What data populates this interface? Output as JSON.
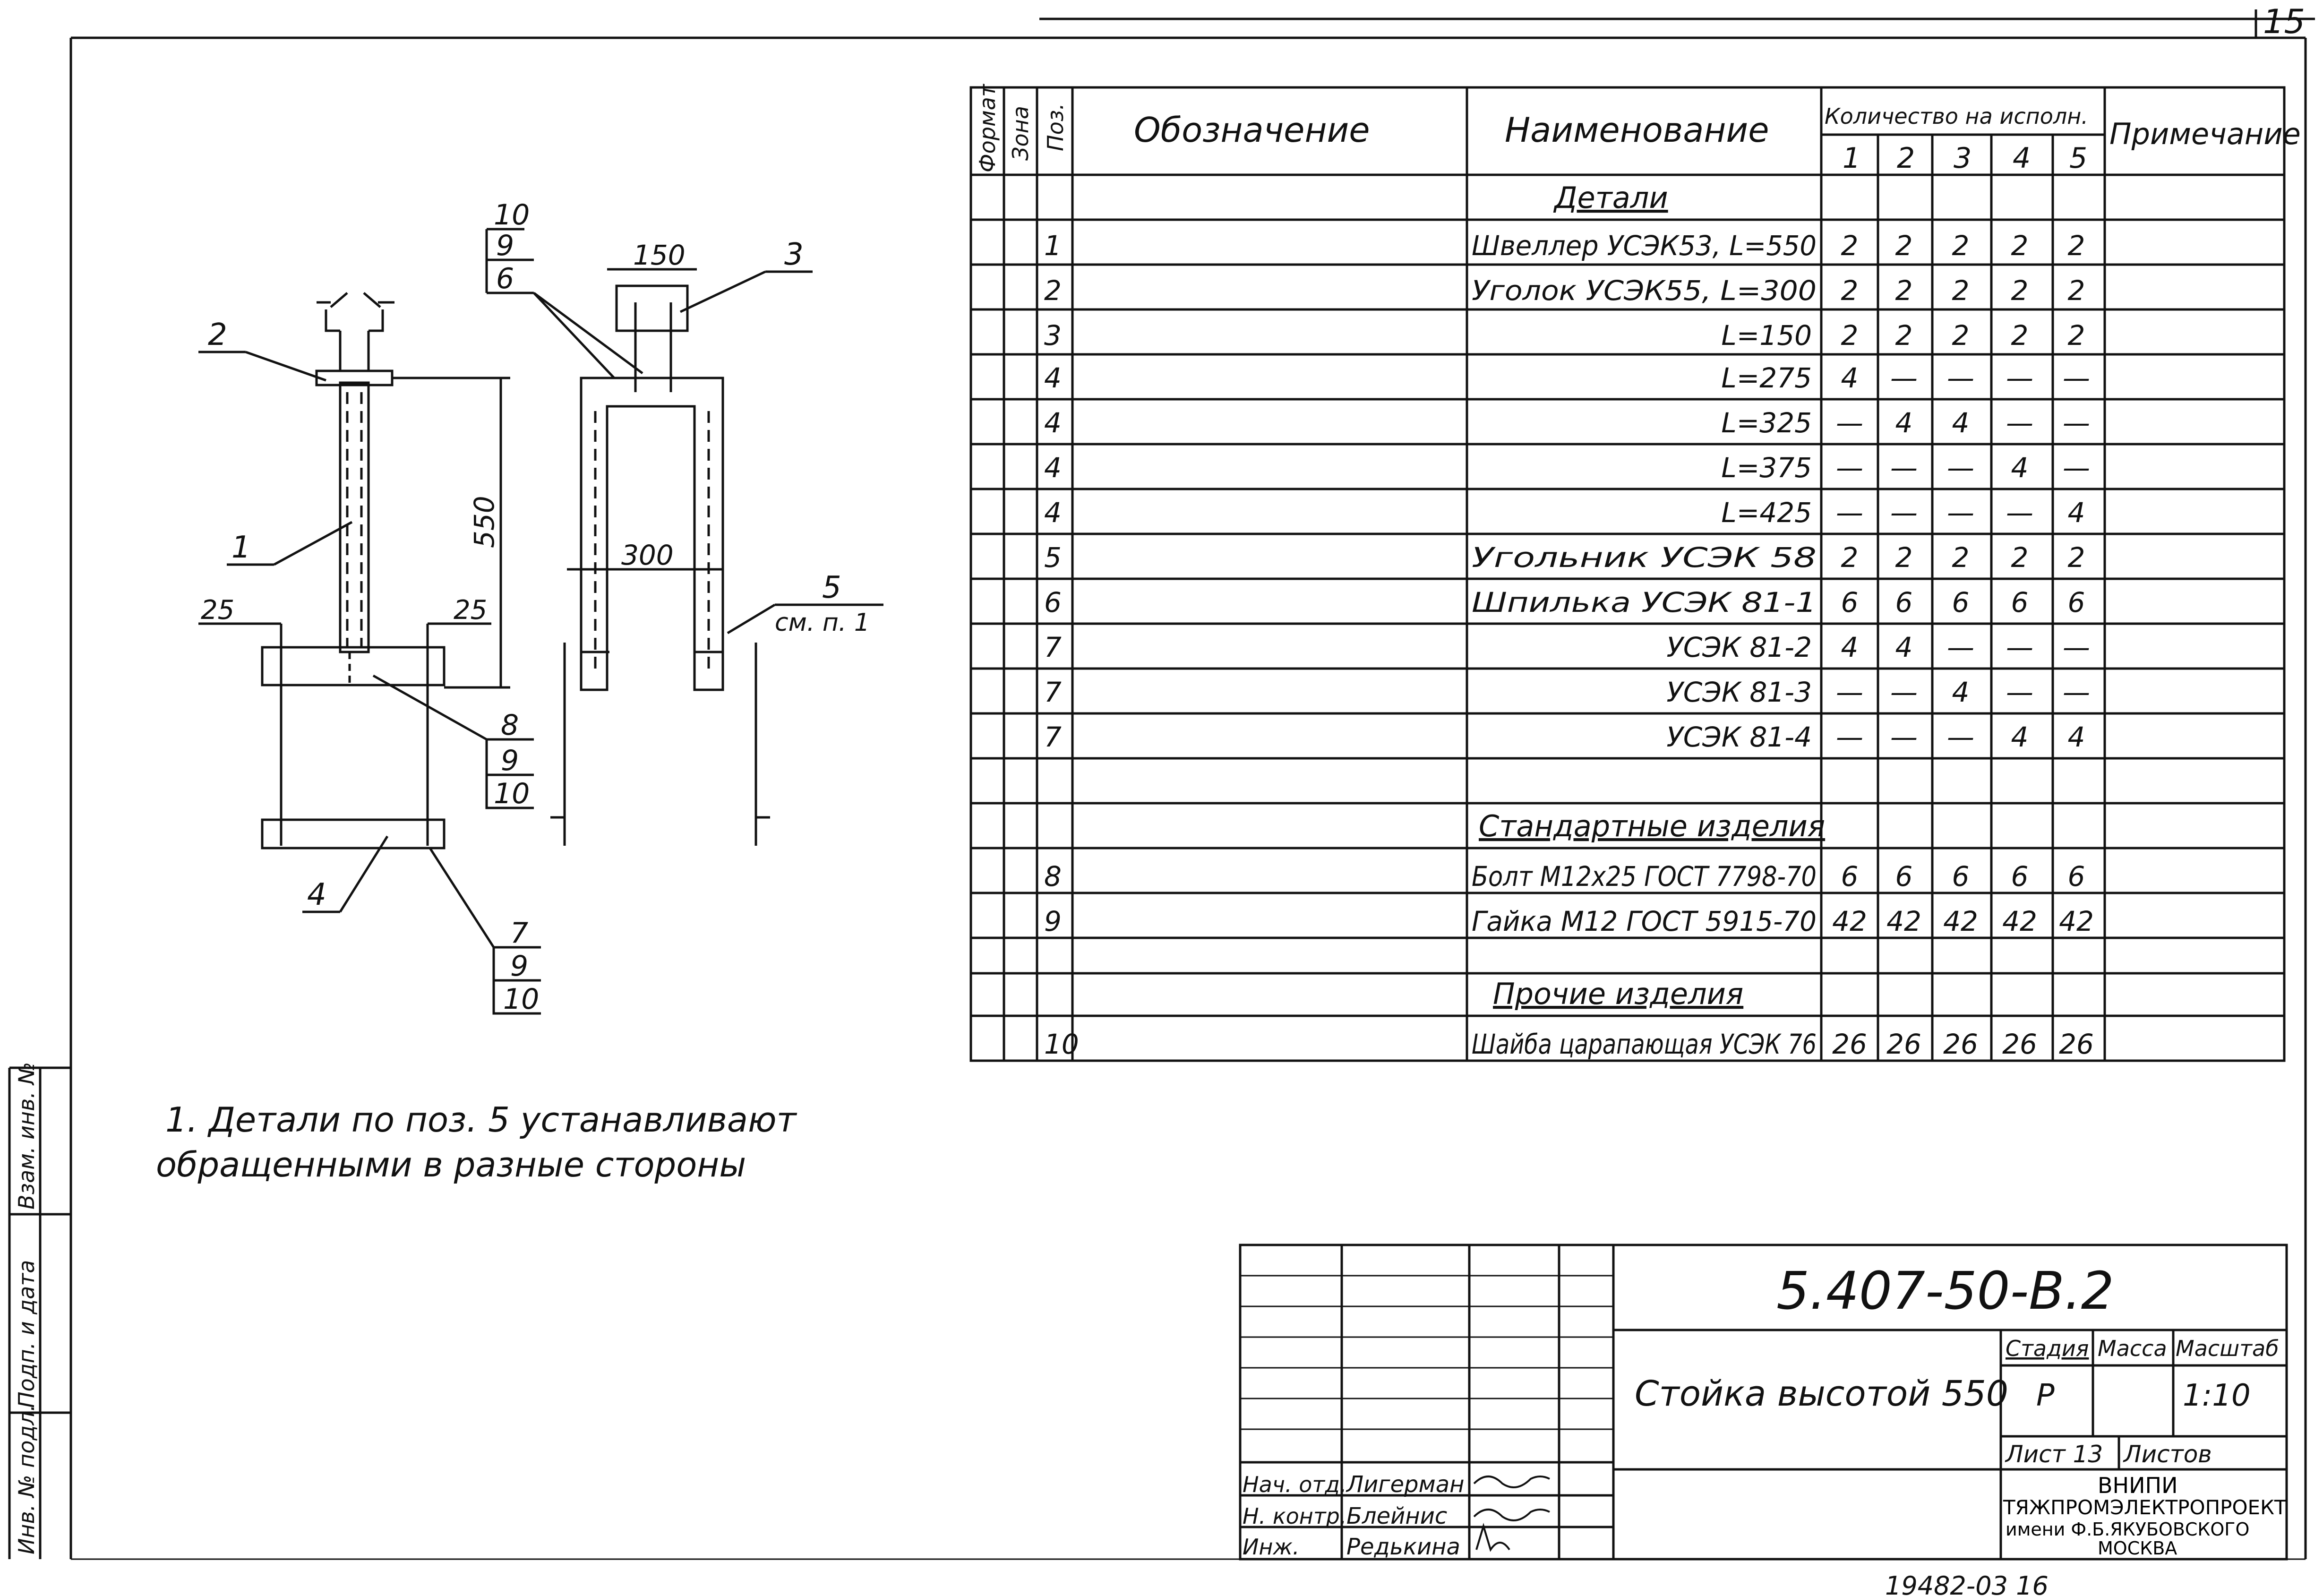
{
  "sheet_number": "15",
  "spec_table": {
    "headers": {
      "format": "Формат",
      "zone": "Зона",
      "pos": "Поз.",
      "designation": "Обозначение",
      "name": "Наименование",
      "qty": "Количество на исполн.",
      "note": "Примечание",
      "variants": [
        "1",
        "2",
        "3",
        "4",
        "5"
      ]
    },
    "sections": {
      "details": "Детали",
      "standard": "Стандартные изделия",
      "other": "Прочие изделия"
    },
    "rows": [
      {
        "pos": "1",
        "name": "Швеллер УСЭК53, L=550",
        "q": [
          "2",
          "2",
          "2",
          "2",
          "2"
        ]
      },
      {
        "pos": "2",
        "name": "Уголок УСЭК55, L=300",
        "q": [
          "2",
          "2",
          "2",
          "2",
          "2"
        ]
      },
      {
        "pos": "3",
        "name": "L=150",
        "q": [
          "2",
          "2",
          "2",
          "2",
          "2"
        ]
      },
      {
        "pos": "4",
        "name": "L=275",
        "q": [
          "4",
          "—",
          "—",
          "—",
          "—"
        ]
      },
      {
        "pos": "4",
        "name": "L=325",
        "q": [
          "—",
          "4",
          "4",
          "—",
          "—"
        ]
      },
      {
        "pos": "4",
        "name": "L=375",
        "q": [
          "—",
          "—",
          "—",
          "4",
          "—"
        ]
      },
      {
        "pos": "4",
        "name": "L=425",
        "q": [
          "—",
          "—",
          "—",
          "—",
          "4"
        ]
      },
      {
        "pos": "5",
        "name": "Угольник УСЭК 58",
        "q": [
          "2",
          "2",
          "2",
          "2",
          "2"
        ]
      },
      {
        "pos": "6",
        "name": "Шпилька УСЭК 81-1",
        "q": [
          "6",
          "6",
          "6",
          "6",
          "6"
        ]
      },
      {
        "pos": "7",
        "name": "УСЭК 81-2",
        "q": [
          "4",
          "4",
          "—",
          "—",
          "—"
        ]
      },
      {
        "pos": "7",
        "name": "УСЭК 81-3",
        "q": [
          "—",
          "—",
          "4",
          "—",
          "—"
        ]
      },
      {
        "pos": "7",
        "name": "УСЭК 81-4",
        "q": [
          "—",
          "—",
          "—",
          "4",
          "4"
        ]
      },
      {
        "pos": "8",
        "name": "Болт М12х25 ГОСТ 7798-70",
        "q": [
          "6",
          "6",
          "6",
          "6",
          "6"
        ]
      },
      {
        "pos": "9",
        "name": "Гайка М12 ГОСТ 5915-70",
        "q": [
          "42",
          "42",
          "42",
          "42",
          "42"
        ]
      },
      {
        "pos": "10",
        "name": "Шайба царапающая УСЭК 76",
        "q": [
          "26",
          "26",
          "26",
          "26",
          "26"
        ]
      }
    ]
  },
  "drawing": {
    "dims": {
      "d150": "150",
      "d550": "550",
      "d300": "300",
      "d25a": "25",
      "d25b": "25"
    },
    "callouts": {
      "c1": "1",
      "c2": "2",
      "c3": "3",
      "c4": "4",
      "c5": "5",
      "c5note": "см. п. 1",
      "s_top": [
        "10",
        "9",
        "6"
      ],
      "s_mid": [
        "8",
        "9",
        "10"
      ],
      "s_bot": [
        "7",
        "9",
        "10"
      ]
    }
  },
  "note": {
    "line1": "1. Детали по поз. 5 устанавливают",
    "line2": "обращенными в разные стороны"
  },
  "side_stamp": {
    "f1": "Взам. инв. №",
    "f2": "Подп. и дата",
    "f3": "Инв. № подл."
  },
  "title_block": {
    "code": "5.407-50-В.2",
    "title": "Стойка высотой 550",
    "stage_label": "Стадия",
    "mass_label": "Масса",
    "scale_label": "Масштаб",
    "stage": "Р",
    "scale": "1:10",
    "sheet_label": "Лист 13",
    "sheets_label": "Листов",
    "org": [
      "ВНИПИ",
      "ТЯЖПРОМЭЛЕКТРОПРОЕКТ",
      "имени Ф.Б.ЯКУБОВСКОГО",
      "МОСКВА"
    ],
    "signers": [
      {
        "role": "Нач. отд.",
        "name": "Лигерман"
      },
      {
        "role": "Н. контр.",
        "name": "Блейнис"
      },
      {
        "role": "Инж.",
        "name": "Редькина"
      }
    ]
  },
  "bottom_code": "19482-03 16"
}
